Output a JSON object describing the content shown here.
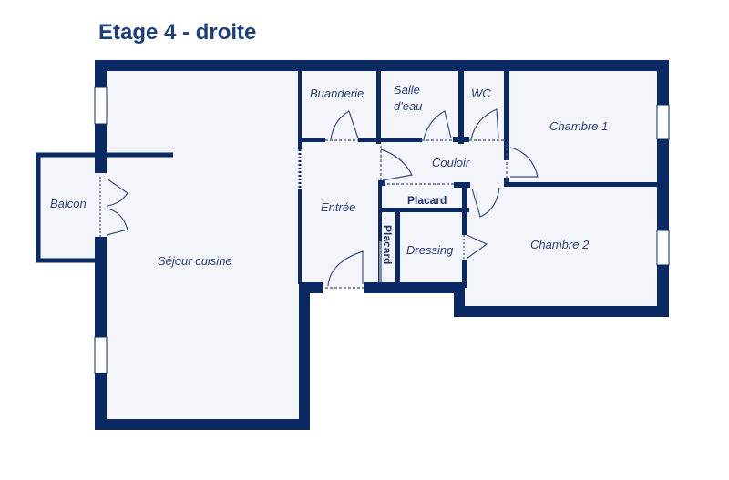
{
  "title": "Etage 4 - droite",
  "colors": {
    "wall": "#0b2a63",
    "floor": "#f3f5fa",
    "text": "#2a3f72",
    "title": "#1e3f7a"
  },
  "rooms": {
    "buanderie": "Buanderie",
    "salle_eau_1": "Salle",
    "salle_eau_2": "d'eau",
    "wc": "WC",
    "chambre1": "Chambre 1",
    "couloir": "Couloir",
    "placard_h": "Placard",
    "entree": "Entrée",
    "placard_v": "Placard",
    "dressing": "Dressing",
    "chambre2": "Chambre 2",
    "balcon": "Balcon",
    "sejour": "Séjour cuisine"
  }
}
